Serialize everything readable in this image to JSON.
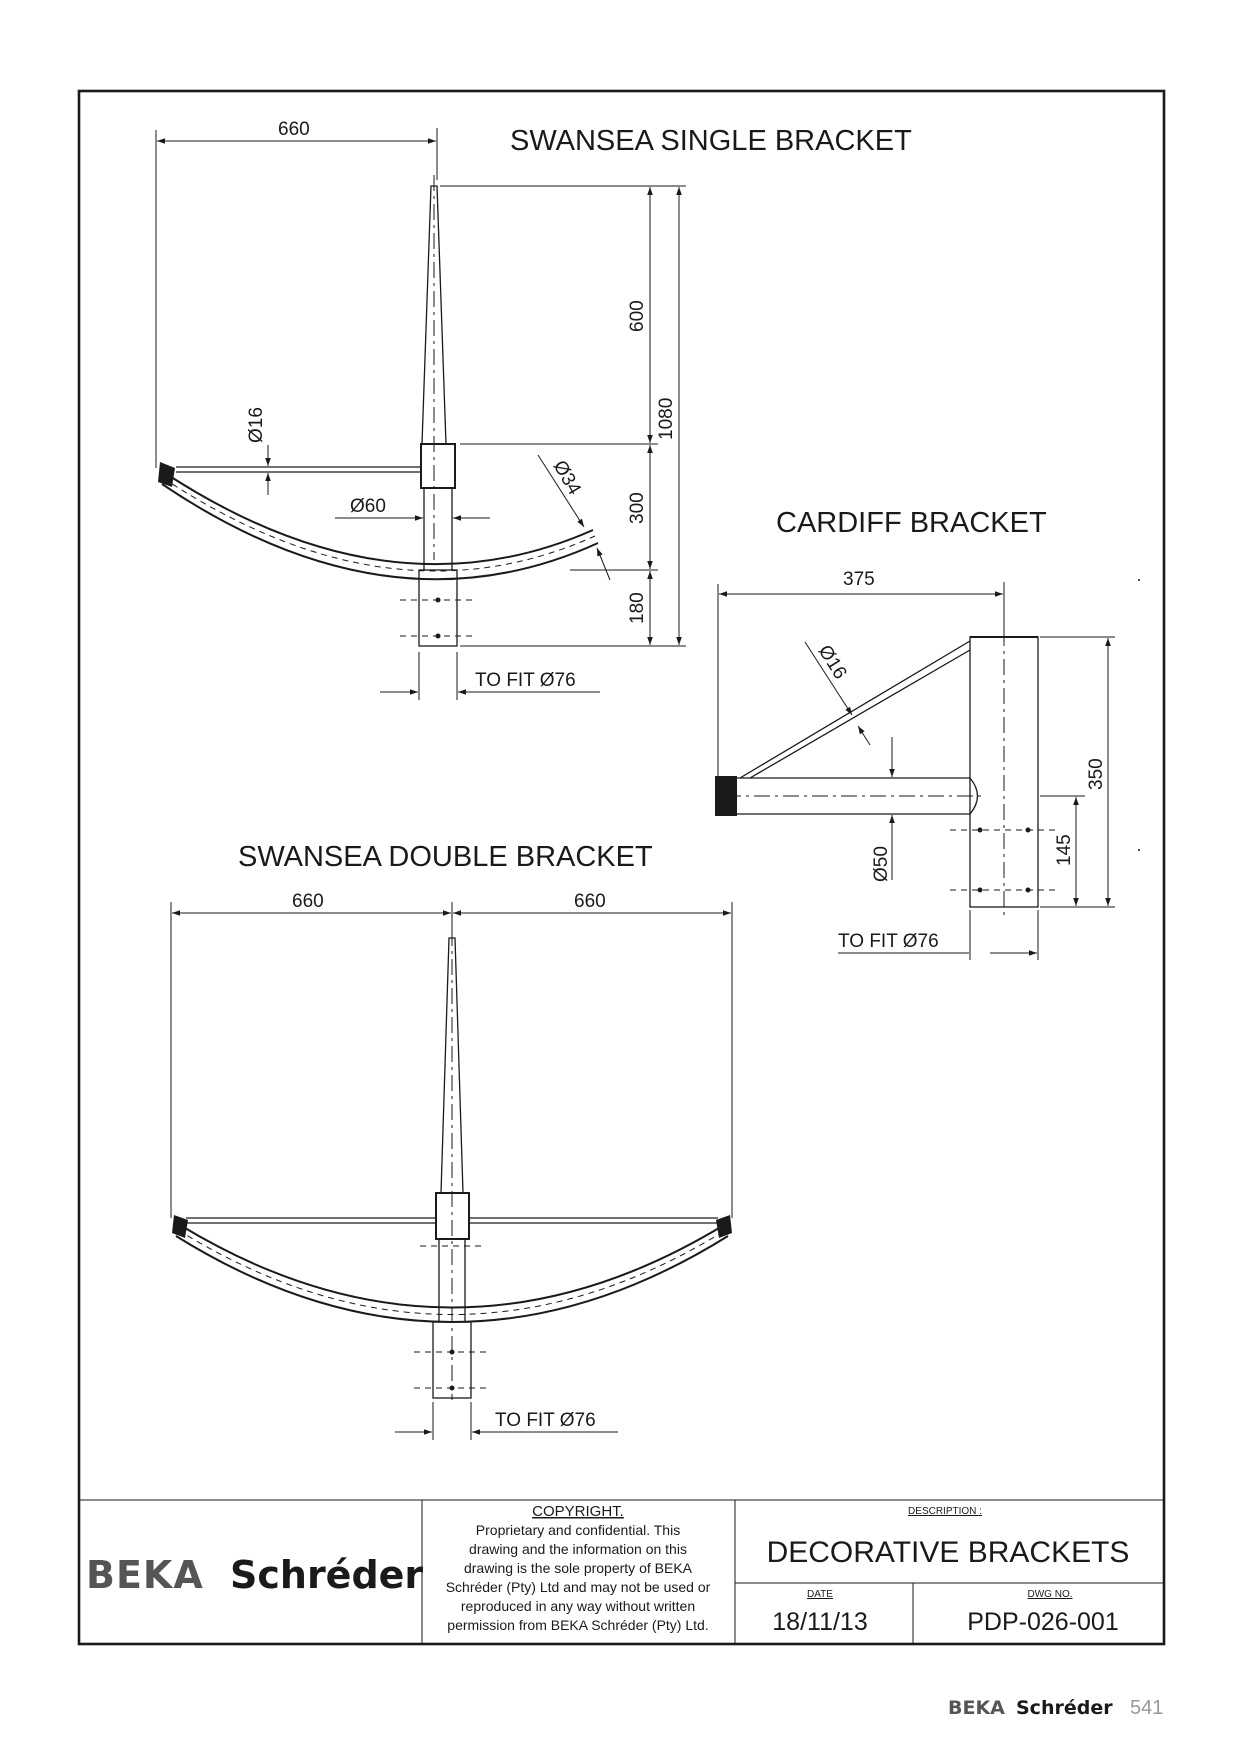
{
  "drawings": {
    "swansea_single": {
      "title": "SWANSEA SINGLE BRACKET",
      "dims": {
        "width": "660",
        "d16": "Ø16",
        "d60": "Ø60",
        "d34": "Ø34",
        "h600": "600",
        "h1080": "1080",
        "h300": "300",
        "h180": "180",
        "fit": "TO FIT Ø76"
      }
    },
    "cardiff": {
      "title": "CARDIFF BRACKET",
      "dims": {
        "width": "375",
        "d16": "Ø16",
        "d50": "Ø50",
        "h350": "350",
        "h145": "145",
        "fit": "TO FIT Ø76"
      }
    },
    "swansea_double": {
      "title": "SWANSEA DOUBLE BRACKET",
      "dims": {
        "left": "660",
        "right": "660",
        "fit": "TO FIT Ø76"
      }
    }
  },
  "title_block": {
    "logo_left": "BEKA",
    "logo_right": "Schréder",
    "copyright_heading": "COPYRIGHT.",
    "copyright_lines": [
      "Proprietary and confidential. This",
      "drawing and the information on this",
      "drawing is the sole property of BEKA",
      "Schréder (Pty) Ltd and may not be used or",
      "reproduced in any way without written",
      "permission from BEKA Schréder (Pty) Ltd."
    ],
    "description_label": "DESCRIPTION :",
    "description": "DECORATIVE BRACKETS",
    "date_label": "DATE",
    "date": "18/11/13",
    "dwg_label": "DWG NO.",
    "dwg_no": "PDP-026-001"
  },
  "footer": {
    "logo_left": "BEKA",
    "logo_right": "Schréder",
    "page_number": "541"
  }
}
